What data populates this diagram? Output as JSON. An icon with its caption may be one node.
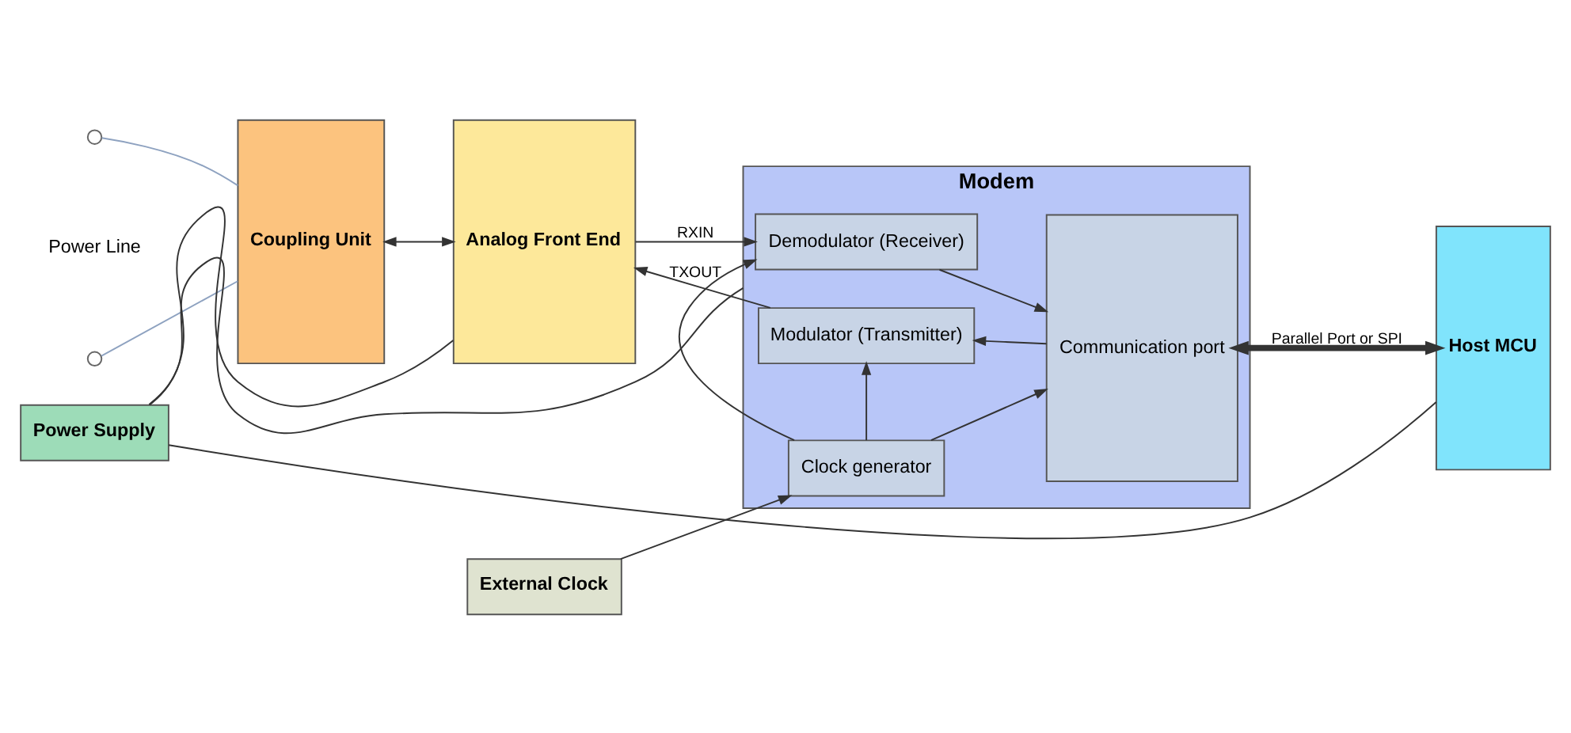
{
  "diagram": {
    "nodes": [
      {
        "text": [],
        "shape": "circle"
      },
      {
        "text": [],
        "shape": "circle"
      },
      {
        "text": [
          "Coupling Unit"
        ]
      },
      {
        "text": [
          "Analog Front End"
        ]
      },
      {
        "text": [
          "Modem"
        ]
      },
      {
        "text": [
          "Demodulator (Receiver)"
        ],
        "in": 4
      },
      {
        "text": [
          "External Clock"
        ]
      },
      {
        "text": [
          "Clock generator"
        ],
        "in": 4
      },
      {
        "text": [
          "Modulator (Transmitter)"
        ],
        "in": 4
      },
      {
        "text": [
          "Communication port"
        ],
        "in": 4
      },
      {
        "text": [
          "Host MCU"
        ]
      },
      {
        "text": [
          "Power Supply"
        ]
      }
    ],
    "edges": [
      {
        "from": 0,
        "to": 2,
        "arrow": "none",
        "color": "#8ea2c0"
      },
      {
        "from": 1,
        "to": 2,
        "arrow": "none",
        "color": "#8ea2c0"
      },
      {
        "from": 2,
        "to": 3,
        "arrow": "both"
      },
      {
        "from": 3,
        "to": 5,
        "arrow": "to",
        "label": "RXIN"
      },
      {
        "from": 8,
        "to": 3,
        "arrow": "to",
        "label": "TXOUT"
      },
      {
        "from": 6,
        "to": 7,
        "arrow": "to"
      },
      {
        "from": 5,
        "to": 9,
        "arrow": "to"
      },
      {
        "from": 7,
        "to": 9,
        "arrow": "to"
      },
      {
        "from": 7,
        "to": 5,
        "arrow": "to"
      },
      {
        "from": 7,
        "to": 8,
        "arrow": "to"
      },
      {
        "from": 9,
        "to": 8,
        "arrow": "to"
      },
      {
        "from": 9,
        "to": 10,
        "arrow": "both",
        "label": "Parallel Port or SPI",
        "style": "thick"
      },
      {
        "from": 11,
        "to": 3,
        "arrow": "none"
      },
      {
        "from": 11,
        "to": 4,
        "arrow": "none"
      },
      {
        "from": 11,
        "to": 10,
        "arrow": "none"
      }
    ],
    "labels": [
      "Power Line"
    ]
  }
}
